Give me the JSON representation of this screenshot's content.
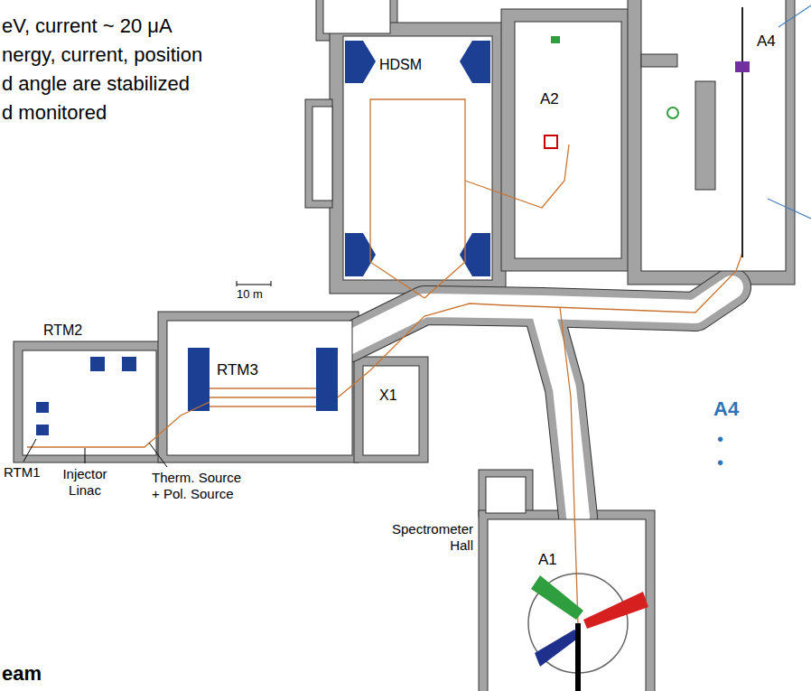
{
  "diagram": {
    "labels": [
      "eV, current ~ 20 μA",
      "nergy, current, position",
      "d angle are stabilized",
      "d monitored",
      "A4",
      "A2",
      "HDSM",
      "10 m",
      "RTM2",
      "RTM3",
      "X1",
      "A4",
      "•",
      "•",
      "RTM1",
      "Injector Linac",
      "Therm. Source + Pol. Source",
      "Spectrometer Hall",
      "A1",
      "eam"
    ]
  }
}
